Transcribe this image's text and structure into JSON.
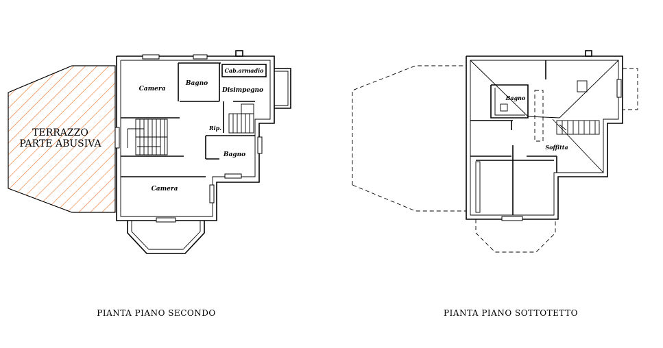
{
  "colors": {
    "wall": "#000000",
    "hatch": "#f07830",
    "background": "#ffffff"
  },
  "left_plan": {
    "caption": "PIANTA  PIANO  SECONDO",
    "terrace_line1": "TERRAZZO",
    "terrace_line2": "PARTE  ABUSIVA",
    "rooms": {
      "camera_top": "Camera",
      "bagno_top": "Bagno",
      "cab_armadio": "Cab.armadio",
      "disimpegno": "Disimpegno",
      "rip": "Rip.",
      "bagno_bottom": "Bagno",
      "camera_bottom": "Camera"
    }
  },
  "right_plan": {
    "caption": "PIANTA  PIANO  SOTTOTETTO",
    "rooms": {
      "bagno": "Bagno",
      "soffitta": "Soffitta"
    }
  }
}
